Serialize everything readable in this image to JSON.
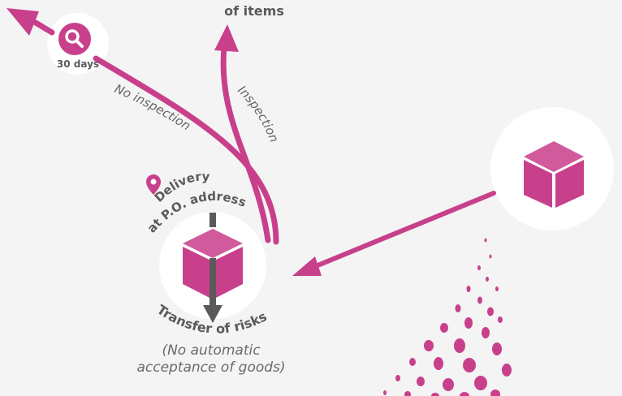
{
  "labels": {
    "items_top": "of items",
    "days": "30 days",
    "no_inspection": "No inspection",
    "inspection": "Inspection",
    "delivery": "Delivery",
    "po_address": "at P.O. address",
    "transfer_of_risks": "Transfer of risks",
    "caption_line1": "(No automatic",
    "caption_line2": "acceptance of goods)"
  },
  "colors": {
    "accent": "#c8408c",
    "grey_arrow": "#5a5a5a",
    "circle_fill": "#ffffff",
    "background": "#f4f4f4"
  },
  "icons": {
    "search": "search-icon",
    "location": "location-pin-icon",
    "box": "box-icon"
  }
}
